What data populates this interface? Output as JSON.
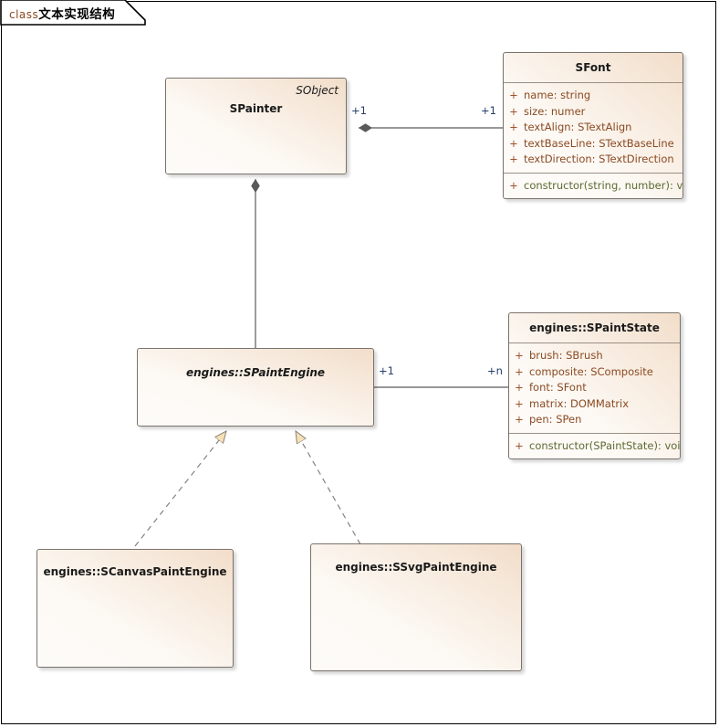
{
  "diagram": {
    "type": "uml-class-diagram",
    "frame": {
      "keyword": "class",
      "title": "文本实现结构"
    },
    "colors": {
      "box_border": "#7a736c",
      "box_fill_light": "#fdfbf8",
      "box_fill_dark": "#f2ddc9",
      "attribute_text": "#8a4a22",
      "method_text": "#5d6b32",
      "multiplicity_text": "#243f6b",
      "link_line": "#5a5a5a",
      "arrowhead_fill": "#f7e0b8",
      "keyword_text": "#8a4a22"
    },
    "classes": [
      {
        "id": "spainter",
        "name": "SPainter",
        "stereotype": "SObject",
        "abstract": false,
        "attributes": [],
        "methods": []
      },
      {
        "id": "sfont",
        "name": "SFont",
        "stereotype": null,
        "abstract": false,
        "attributes": [
          {
            "visibility": "+",
            "text": "name: string"
          },
          {
            "visibility": "+",
            "text": "size: numer"
          },
          {
            "visibility": "+",
            "text": "textAlign: STextAlign"
          },
          {
            "visibility": "+",
            "text": "textBaseLine: STextBaseLine"
          },
          {
            "visibility": "+",
            "text": "textDirection: STextDirection"
          }
        ],
        "methods": [
          {
            "visibility": "+",
            "text": "constructor(string, number): void"
          }
        ]
      },
      {
        "id": "spaintengine",
        "name": "engines::SPaintEngine",
        "stereotype": null,
        "abstract": true,
        "attributes": [],
        "methods": []
      },
      {
        "id": "spaintstate",
        "name": "engines::SPaintState",
        "stereotype": null,
        "abstract": false,
        "attributes": [
          {
            "visibility": "+",
            "text": "brush: SBrush"
          },
          {
            "visibility": "+",
            "text": "composite: SComposite"
          },
          {
            "visibility": "+",
            "text": "font: SFont"
          },
          {
            "visibility": "+",
            "text": "matrix: DOMMatrix"
          },
          {
            "visibility": "+",
            "text": "pen: SPen"
          }
        ],
        "methods": [
          {
            "visibility": "+",
            "text": "constructor(SPaintState): void"
          }
        ]
      },
      {
        "id": "scanvaspaintengine",
        "name": "engines::SCanvasPaintEngine",
        "stereotype": null,
        "abstract": false,
        "attributes": [],
        "methods": []
      },
      {
        "id": "ssvgpaintengine",
        "name": "engines::SSvgPaintEngine",
        "stereotype": null,
        "abstract": false,
        "attributes": [],
        "methods": []
      }
    ],
    "relations": [
      {
        "id": "spainter-sfont",
        "kind": "composition",
        "from": "spainter",
        "to": "sfont",
        "source_multiplicity": "+1",
        "target_multiplicity": "+1"
      },
      {
        "id": "spainter-spaintengine",
        "kind": "composition",
        "from": "spainter",
        "to": "spaintengine",
        "source_multiplicity": "",
        "target_multiplicity": ""
      },
      {
        "id": "spaintengine-spaintstate",
        "kind": "association",
        "from": "spaintengine",
        "to": "spaintstate",
        "source_multiplicity": "+1",
        "target_multiplicity": "+n"
      },
      {
        "id": "scanvas-realizes",
        "kind": "realization",
        "from": "scanvaspaintengine",
        "to": "spaintengine",
        "source_multiplicity": "",
        "target_multiplicity": ""
      },
      {
        "id": "ssvg-realizes",
        "kind": "realization",
        "from": "ssvgpaintengine",
        "to": "spaintengine",
        "source_multiplicity": "",
        "target_multiplicity": ""
      }
    ]
  }
}
